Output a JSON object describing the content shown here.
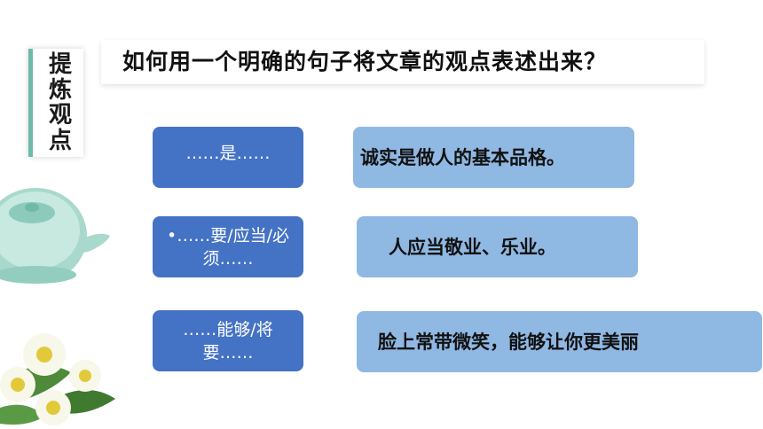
{
  "side_title": "提炼观点",
  "question": "如何用一个明确的句子将文章的观点表述出来？",
  "rows": [
    {
      "pattern": "……是……",
      "example": "诚实是做人的基本品格。"
    },
    {
      "pattern": "•……要/应当/必须……",
      "example": "人应当敬业、乐业。"
    },
    {
      "pattern": "……能够/将要……",
      "example": "脸上常带微笑，能够让你更美丽"
    }
  ],
  "colors": {
    "pattern_bg": "#4472c4",
    "example_bg": "#8fb8e3",
    "accent": "#6fb9a8"
  },
  "decorations": [
    "teapot-illustration",
    "daisy-flowers-illustration"
  ]
}
